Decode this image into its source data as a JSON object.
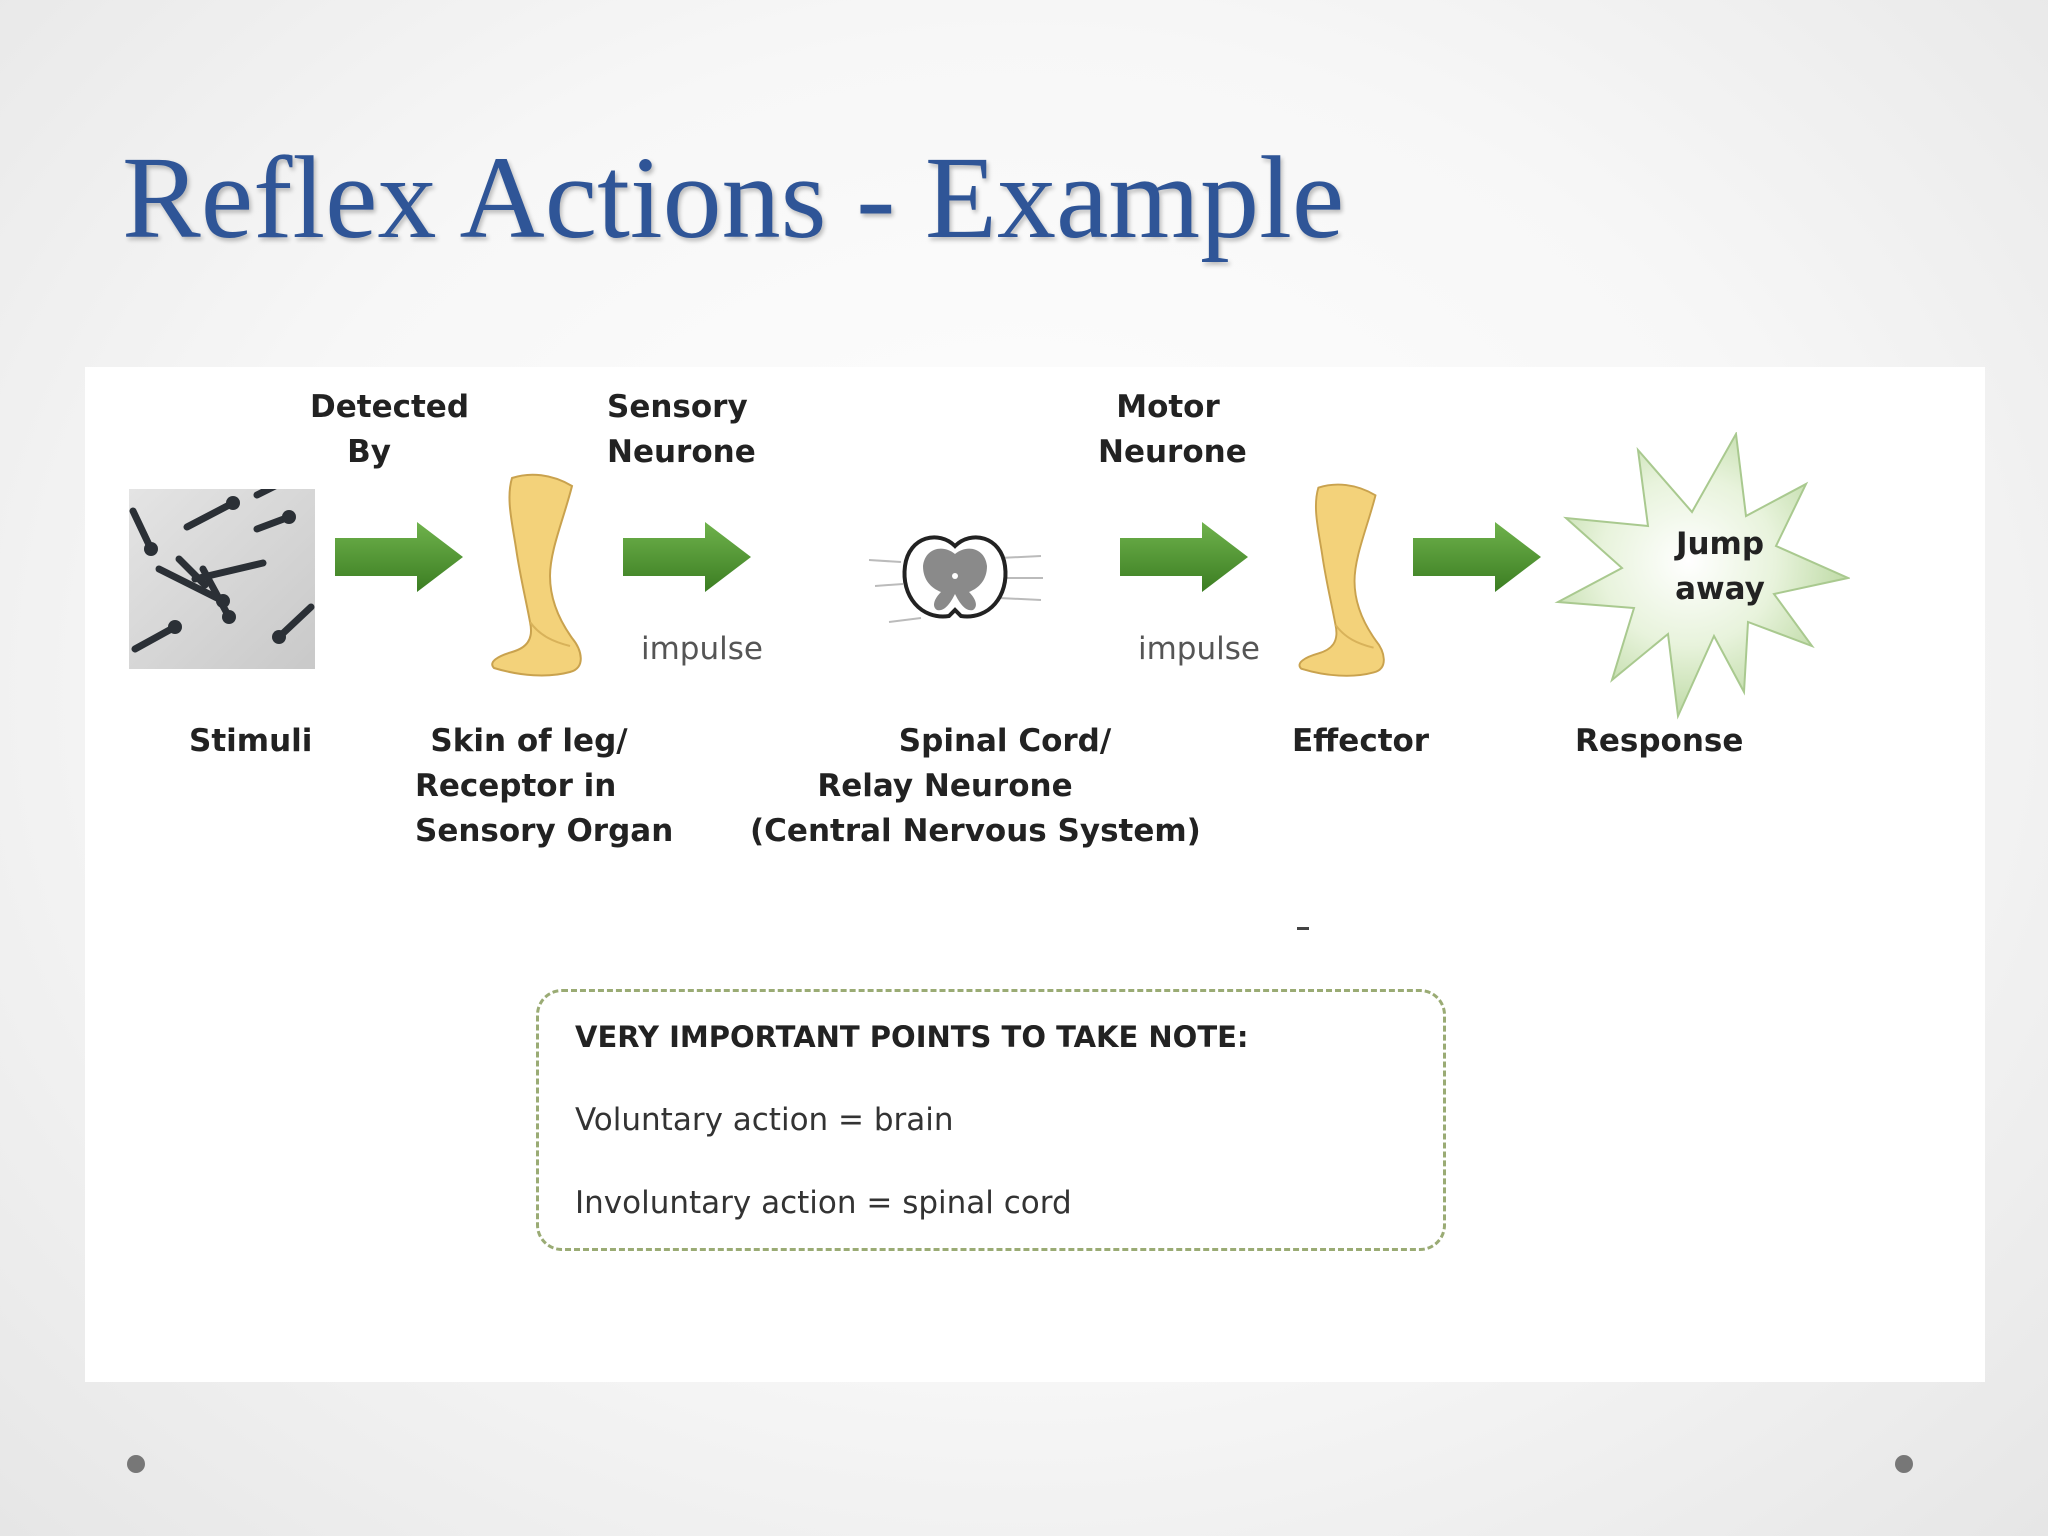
{
  "slide": {
    "title": "Reflex Actions - Example"
  },
  "diagram": {
    "top_labels": {
      "detected_by": [
        "Detected",
        "By"
      ],
      "sensory_neurone": [
        "Sensory",
        "Neurone"
      ],
      "motor_neurone": [
        "Motor",
        "Neurone"
      ]
    },
    "impulse_label": "impulse",
    "response_burst_text": [
      "Jump",
      "away"
    ],
    "bottom_labels": {
      "stimuli": "Stimuli",
      "receptor": [
        "Skin of leg/",
        "Receptor in",
        "Sensory Organ"
      ],
      "cns": [
        "Spinal Cord/",
        "Relay Neurone",
        "(Central Nervous System)"
      ],
      "effector": "Effector",
      "response": "Response"
    },
    "colors": {
      "arrow": "#4a8f2c",
      "leg": "#f3d27a",
      "burst": "#d8ecc5",
      "title": "#2f5597"
    }
  },
  "note_box": {
    "heading": "VERY IMPORTANT POINTS TO TAKE NOTE:",
    "lines": [
      "Voluntary action = brain",
      "Involuntary action = spinal cord"
    ]
  }
}
